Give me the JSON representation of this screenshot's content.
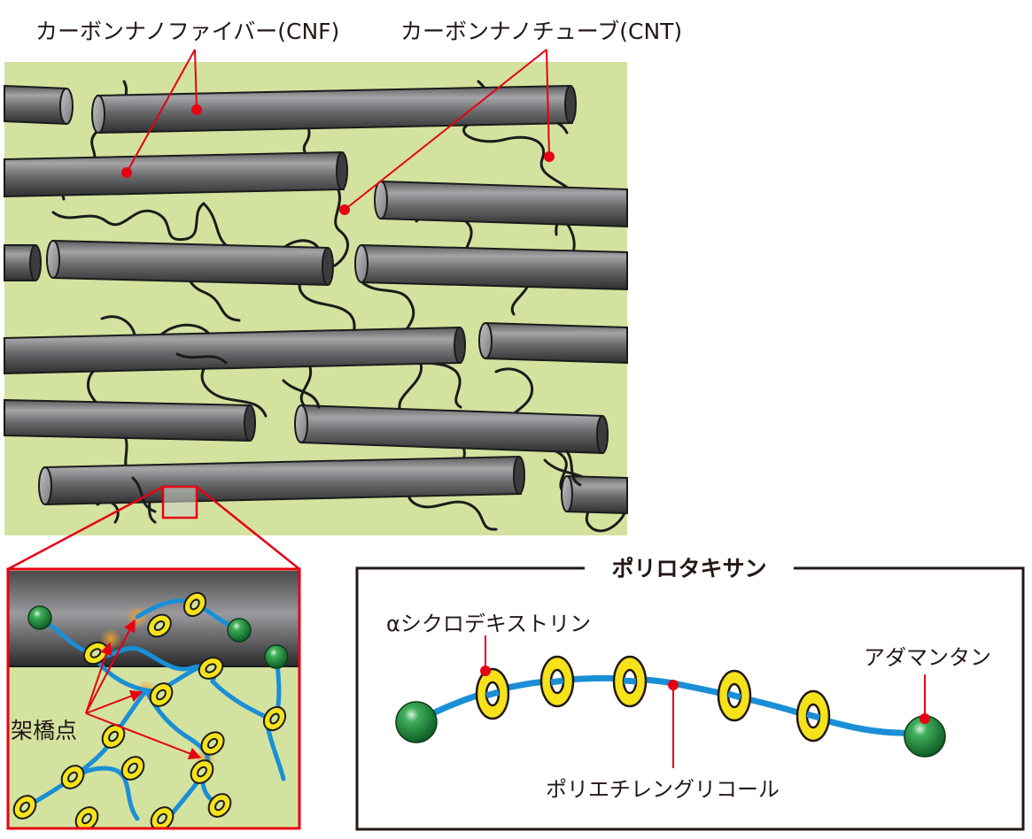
{
  "labels": {
    "cnf": "カーボンナノファイバー(CNF)",
    "cnt": "カーボンナノチューブ(CNT)",
    "crosslink": "架橋点",
    "polyrotaxane_title": "ポリロタキサン",
    "cyclodextrin": "αシクロデキストリン",
    "adamantane": "アダマンタン",
    "peg": "ポリエチレングリコール"
  },
  "colors": {
    "matrix": "#d3e29f",
    "fiber_dark": "#3c3c3e",
    "fiber_light": "#8e8e92",
    "cnt": "#1b1b1b",
    "leader": "#e60012",
    "polymer": "#1a8fd6",
    "ring": "#f5e21a",
    "sphere": "#1e8a3c"
  }
}
